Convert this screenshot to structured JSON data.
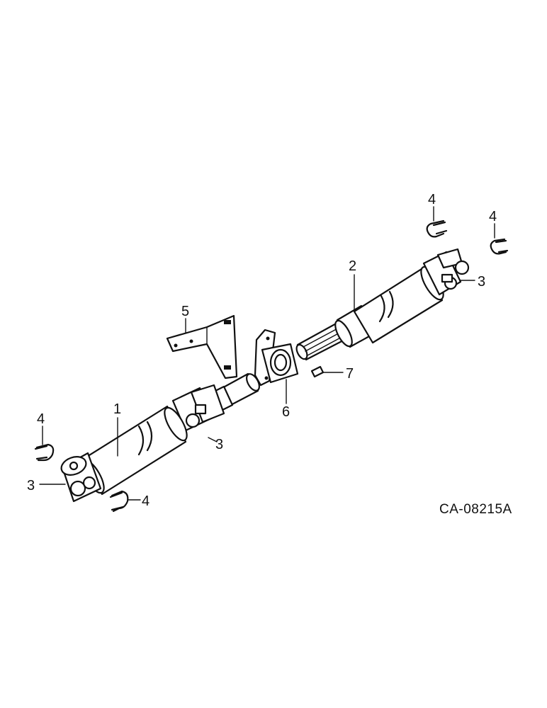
{
  "diagram": {
    "drawing_number": "CA-08215A",
    "callouts": [
      {
        "id": "1",
        "label": "1"
      },
      {
        "id": "2",
        "label": "2"
      },
      {
        "id": "3a",
        "label": "3"
      },
      {
        "id": "3b",
        "label": "3"
      },
      {
        "id": "3c",
        "label": "3"
      },
      {
        "id": "4a",
        "label": "4"
      },
      {
        "id": "4b",
        "label": "4"
      },
      {
        "id": "4c",
        "label": "4"
      },
      {
        "id": "4d",
        "label": "4"
      },
      {
        "id": "5",
        "label": "5"
      },
      {
        "id": "6",
        "label": "6"
      },
      {
        "id": "7",
        "label": "7"
      }
    ]
  }
}
